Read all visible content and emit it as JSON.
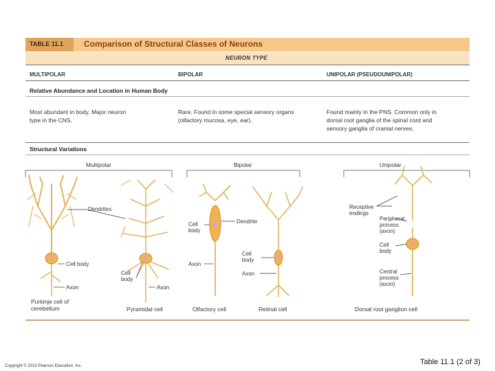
{
  "table": {
    "tag": "TABLE 11.1",
    "title": "Comparison of Structural Classes of Neurons",
    "neuron_type": "NEURON TYPE",
    "columns": [
      "MULTIPOLAR",
      "BIPOLAR",
      "UNIPOLAR (PSEUDOUNIPOLAR)"
    ],
    "abundance": {
      "heading": "Relative Abundance and Location in Human Body",
      "multipolar": [
        "Most abundant in body. Major neuron",
        "type in the CNS."
      ],
      "bipolar": [
        "Rare. Found in some special sensory organs",
        "(olfactory mucosa, eye, ear)."
      ],
      "unipolar": [
        "Found mainly in the PNS. Common only in",
        "dorsal root ganglia of the spinal cord and",
        "sensory ganglia of cranial nerves."
      ]
    },
    "structural": {
      "heading": "Structural Variations",
      "sub_columns": [
        "Multipolar",
        "Bipolar",
        "Unipolar"
      ]
    }
  },
  "labels": {
    "dendrites": "Dendrites",
    "cell_body": "Cell body",
    "axon": "Axon",
    "cell": "Cell",
    "body": "body",
    "dendrite": "Dendrite",
    "receptive": "Receptive",
    "endings": "endings",
    "peripheral": "Peripheral",
    "process": "process",
    "axon_paren": "(axon)",
    "central": "Central"
  },
  "cell_names": {
    "purkinje": [
      "Purkinje cell of",
      "cerebellum"
    ],
    "pyramidal": "Pyramidal cell",
    "olfactory": "Olfactory cell",
    "retinal": "Retinal cell",
    "drg": "Dorsal root ganglion cell"
  },
  "footer": {
    "copyright": "Copyright © 2010 Pearson Education, Inc.",
    "table_index": "Table 11.1 (2 of 3)"
  },
  "colors": {
    "neuron": "#e3b25c",
    "neuron_dark": "#c98d32",
    "soma": "#f2b24f",
    "nucleus": "#d9a8b0"
  }
}
